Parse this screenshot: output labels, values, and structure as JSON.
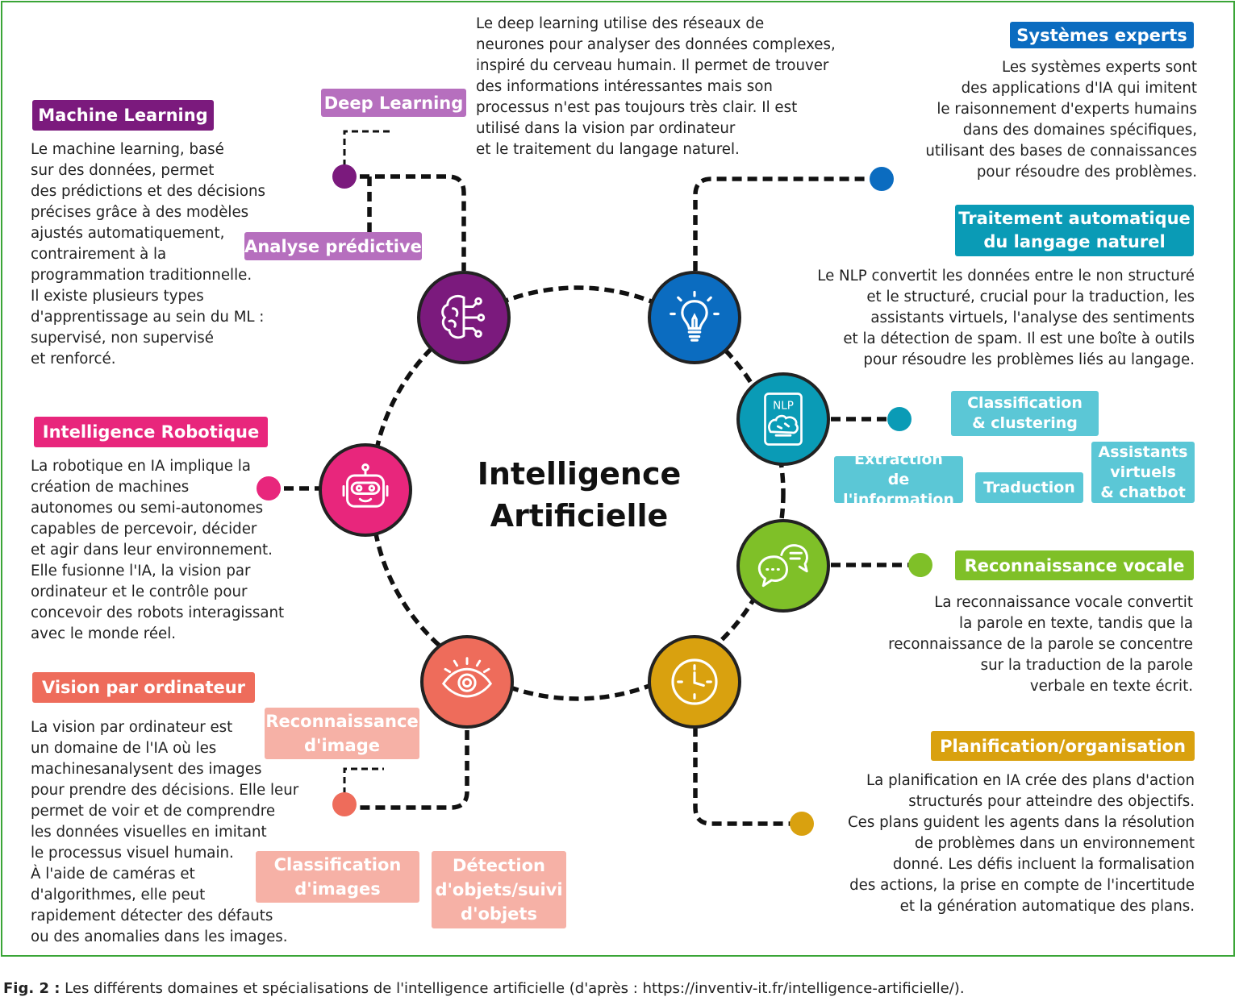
{
  "center": {
    "line1": "Intelligence",
    "line2": "Artificielle"
  },
  "colors": {
    "ml": "#7b1a7d",
    "deep": "#b66fbe",
    "expert": "#0b6cc0",
    "nlp": "#0a9bb6",
    "nlp_light": "#5bc7d6",
    "voice": "#7fc028",
    "plan": "#d9a10f",
    "vision": "#ee6c5b",
    "vision_light": "#f6b1a6",
    "robot": "#e8267c",
    "frame": "#3aa537"
  },
  "machine_learning": {
    "title": "Machine Learning",
    "text": [
      "Le machine learning, basé",
      "sur des données, permet",
      "des prédictions et des décisions",
      "précises grâce à des modèles",
      "ajustés automatiquement,",
      "contrairement à la",
      "programmation traditionnelle.",
      "Il existe plusieurs types",
      "d'apprentissage au sein du ML :",
      "supervisé, non supervisé",
      "et renforcé."
    ],
    "icon": "brain-circuit-icon"
  },
  "deep_learning": {
    "title": "Deep Learning",
    "text": [
      "Le deep learning utilise des réseaux de",
      "neurones pour analyser des données complexes,",
      "inspiré du cerveau humain. Il permet de trouver",
      "des informations intéressantes mais son",
      "processus n'est pas toujours très clair. Il est",
      "utilisé dans la vision par ordinateur",
      "et le traitement du langage naturel."
    ]
  },
  "predictive_analysis": {
    "title": "Analyse prédictive"
  },
  "expert_systems": {
    "title": "Systèmes experts",
    "text": [
      "Les systèmes experts sont",
      "des applications d'IA qui imitent",
      "le raisonnement d'experts humains",
      "dans des domaines spécifiques,",
      "utilisant des bases de connaissances",
      "pour résoudre des problèmes."
    ],
    "icon": "lightbulb-icon"
  },
  "nlp": {
    "title_line1": "Traitement automatique",
    "title_line2": "du langage naturel",
    "text": [
      "Le NLP convertit les données entre le non structuré",
      "et le structuré, crucial pour la traduction, les",
      "assistants virtuels, l'analyse des sentiments",
      "et la détection de spam. Il est une boîte à outils",
      "pour résoudre les problèmes liés au langage."
    ],
    "icon_label": "NLP",
    "icon": "nlp-brain-icon",
    "subtags": {
      "classification": [
        "Classification",
        "& clustering"
      ],
      "extraction": [
        "Extraction",
        "de l'information"
      ],
      "translation": [
        "Traduction"
      ],
      "assistants": [
        "Assistants",
        "virtuels",
        "& chatbot"
      ]
    }
  },
  "voice": {
    "title": "Reconnaissance vocale",
    "text": [
      "La reconnaissance vocale convertit",
      "la parole en texte, tandis que la",
      "reconnaissance de la parole se concentre",
      "sur la traduction de la parole",
      "verbale en texte écrit."
    ],
    "icon": "speech-bubbles-icon"
  },
  "planning": {
    "title": "Planification/organisation",
    "text": [
      "La planification en IA crée des plans d'action",
      "structurés pour atteindre des objectifs.",
      "Ces plans guident les agents dans la résolution",
      "de problèmes dans un environnement",
      "donné. Les défis incluent la formalisation",
      "des actions, la prise en compte de l'incertitude",
      "et la génération automatique des plans."
    ],
    "icon": "clock-icon"
  },
  "robotics": {
    "title": "Intelligence Robotique",
    "text": [
      "La robotique en IA implique la",
      "création de machines",
      "autonomes ou semi-autonomes",
      "capables de percevoir, décider",
      "et agir dans leur environnement.",
      "Elle fusionne l'IA, la vision par",
      "ordinateur et le contrôle pour",
      "concevoir des robots interagissant",
      "avec le monde réel."
    ],
    "icon": "robot-icon"
  },
  "vision": {
    "title": "Vision par ordinateur",
    "text": [
      "La vision par ordinateur est",
      "un domaine de l'IA où les",
      "machinesanalysent des images",
      "pour prendre des décisions. Elle leur",
      "permet de voir et de comprendre",
      "les données visuelles en imitant",
      "le processus visuel humain.",
      "À l'aide de caméras et",
      "d'algorithmes, elle peut",
      "rapidement détecter des défauts",
      "ou des anomalies dans les images."
    ],
    "icon": "eye-icon",
    "subtags": {
      "image_recognition": [
        "Reconnaissance",
        "d'image"
      ],
      "image_classification": [
        "Classification",
        "d'images"
      ],
      "object_detection": [
        "Détection",
        "d'objets/suivi",
        "d'objets"
      ]
    }
  },
  "caption": {
    "label": "Fig. 2 :",
    "text": " Les différents domaines et spécialisations de l'intelligence artificielle (d'après : https://inventiv-it.fr/intelligence-artificielle/)."
  }
}
